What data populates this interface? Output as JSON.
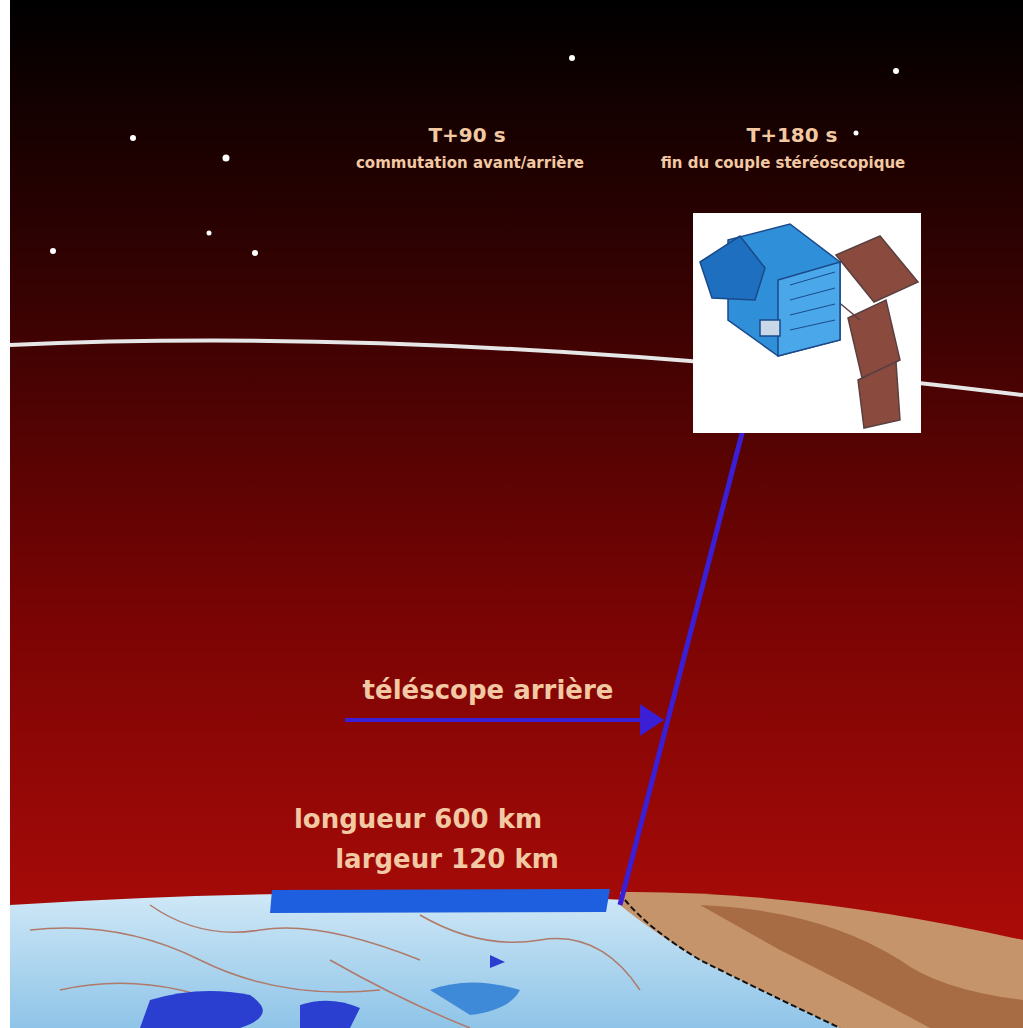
{
  "diagram": {
    "labels": [
      "T+90 s",
      "commutation avant/arrière",
      "T+180 s",
      "fin du couple stéréoscopique",
      "téléscope arrière",
      "longueur 600 km",
      "largeur 120 km"
    ]
  }
}
